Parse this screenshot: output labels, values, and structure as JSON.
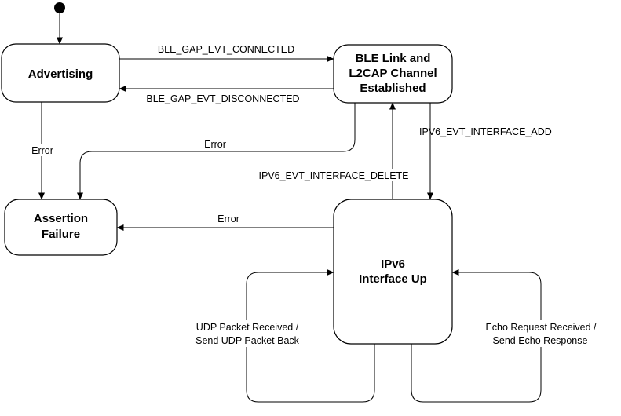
{
  "diagram": {
    "states": {
      "advertising": "Advertising",
      "ble_link": [
        "BLE Link and",
        "L2CAP Channel",
        "Established"
      ],
      "assertion": [
        "Assertion",
        "Failure"
      ],
      "ipv6": [
        "IPv6",
        "Interface Up"
      ]
    },
    "transitions": {
      "connected": "BLE_GAP_EVT_CONNECTED",
      "disconnected": "BLE_GAP_EVT_DISCONNECTED",
      "error_adv": "Error",
      "error_ble": "Error",
      "error_ipv6": "Error",
      "interface_add": "IPV6_EVT_INTERFACE_ADD",
      "interface_delete": "IPV6_EVT_INTERFACE_DELETE",
      "udp": [
        "UDP Packet Received /",
        "Send UDP Packet Back"
      ],
      "echo": [
        "Echo Request Received /",
        "Send Echo Response"
      ]
    }
  }
}
